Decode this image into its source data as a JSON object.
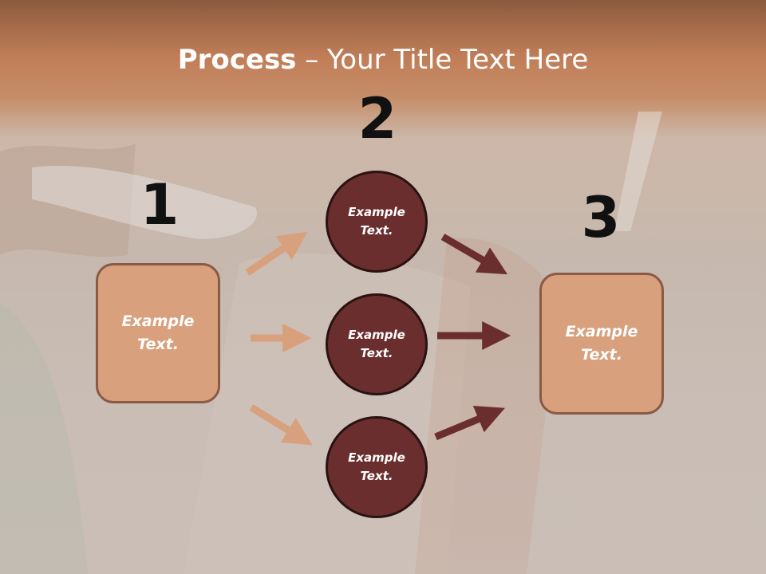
{
  "title": {
    "bold": "Process",
    "rest": " – Your Title Text Here"
  },
  "steps": {
    "one": "1",
    "two": "2",
    "three": "3"
  },
  "left_box": {
    "text": "Example\nText."
  },
  "circles": [
    {
      "text": "Example\nText."
    },
    {
      "text": "Example\nText."
    },
    {
      "text": "Example\nText."
    }
  ],
  "right_box": {
    "text": "Example\nText."
  },
  "colors": {
    "header": "#c07c55",
    "box_fill": "#d8a07c",
    "circle_fill": "#6b2e2e",
    "arrow_in": "#d8a07c",
    "arrow_out": "#6b2e2e"
  }
}
